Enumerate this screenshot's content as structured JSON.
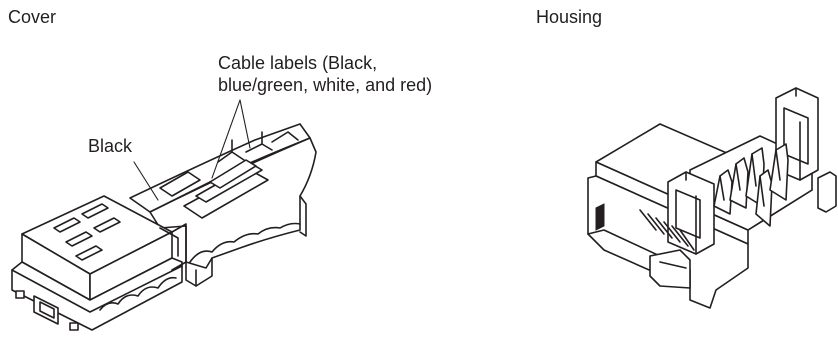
{
  "titles": {
    "cover": "Cover",
    "housing": "Housing"
  },
  "callouts": {
    "cable_labels_line1": "Cable labels (Black,",
    "cable_labels_line2": "blue/green, white, and red)",
    "black": "Black"
  }
}
